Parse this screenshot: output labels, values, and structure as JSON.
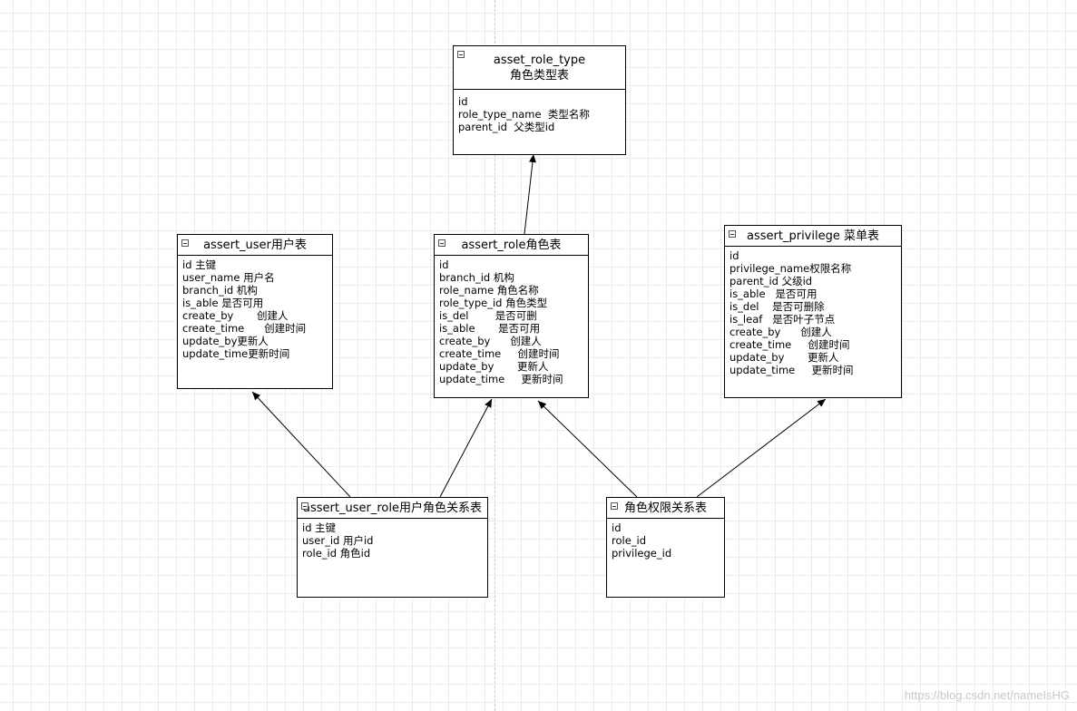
{
  "entities": {
    "role_type": {
      "title": "asset_role_type",
      "subtitle": "角色类型表",
      "fields": [
        "id",
        "role_type_name  类型名称",
        "parent_id  父类型id"
      ]
    },
    "user": {
      "title": "assert_user用户表",
      "fields": [
        "id 主键",
        "user_name 用户名",
        "branch_id 机构",
        "is_able 是否可用",
        "create_by       创建人",
        "create_time      创建时间",
        "update_by更新人",
        "update_time更新时间"
      ]
    },
    "role": {
      "title": "assert_role角色表",
      "fields": [
        "id",
        "branch_id 机构",
        "role_name 角色名称",
        "role_type_id 角色类型",
        "is_del        是否可删",
        "is_able       是否可用",
        "create_by      创建人",
        "create_time     创建时间",
        "update_by       更新人",
        "update_time     更新时间"
      ]
    },
    "privilege": {
      "title": "assert_privilege 菜单表",
      "fields": [
        "id",
        "privilege_name权限名称",
        "parent_id 父级id",
        "is_able   是否可用",
        "is_del    是否可删除",
        "is_leaf   是否叶子节点",
        "create_by      创建人",
        "create_time     创建时间",
        "update_by       更新人",
        "update_time     更新时间"
      ]
    },
    "user_role": {
      "title": "assert_user_role用户角色关系表",
      "fields": [
        "id 主键",
        "user_id 用户id",
        "role_id 角色id"
      ]
    },
    "role_privilege": {
      "title": "角色权限关系表",
      "fields": [
        "id",
        "role_id",
        "privilege_id"
      ]
    }
  },
  "edges": [
    {
      "from": "role",
      "to": "role_type"
    },
    {
      "from": "user_role",
      "to": "user"
    },
    {
      "from": "user_role",
      "to": "role"
    },
    {
      "from": "role_privilege",
      "to": "role"
    },
    {
      "from": "role_privilege",
      "to": "privilege"
    }
  ],
  "watermark": "https://blog.csdn.net/nameIsHG"
}
